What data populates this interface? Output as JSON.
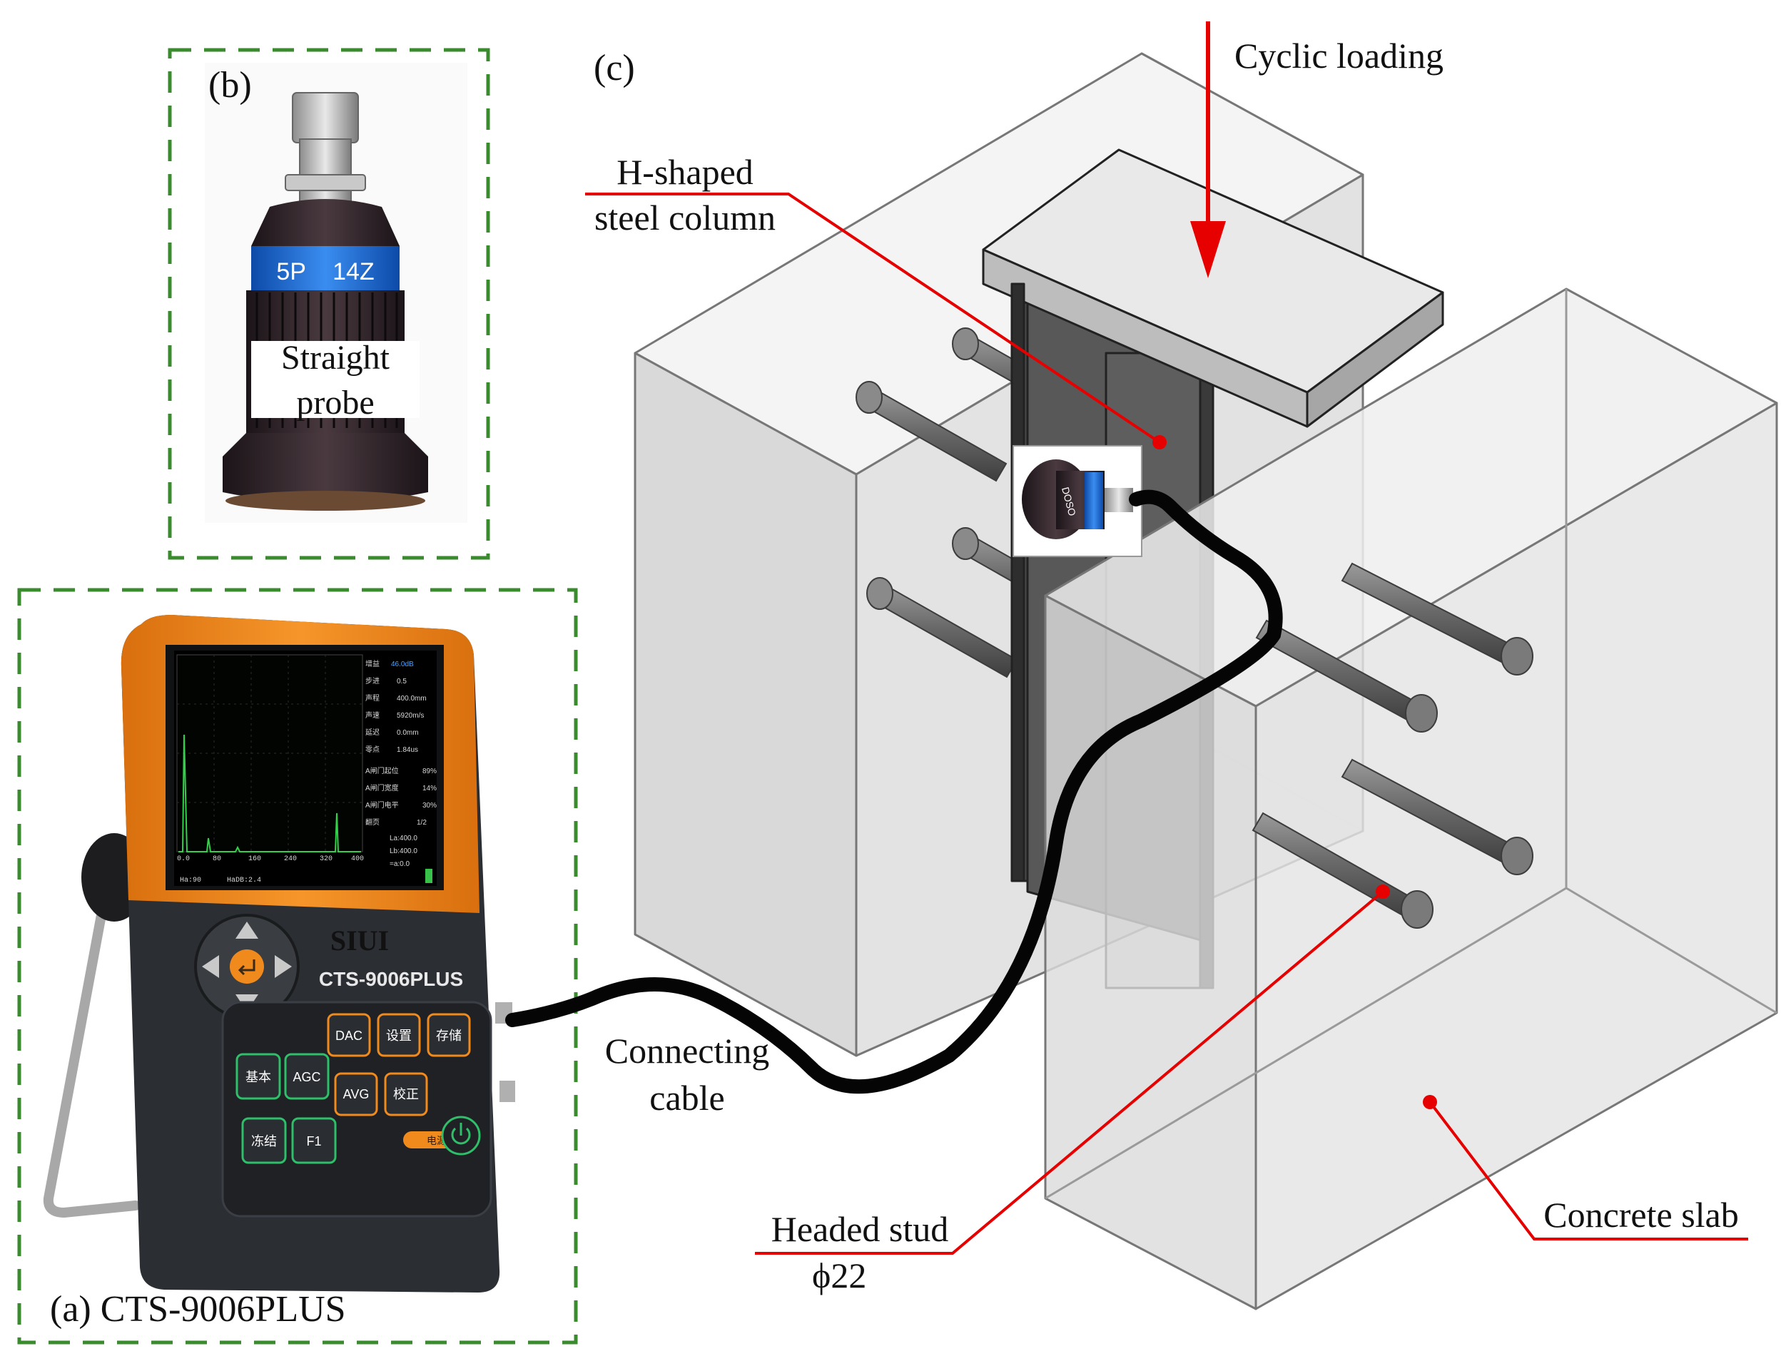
{
  "panels": {
    "a": {
      "caption": "(a) CTS-9006PLUS"
    },
    "b": {
      "tag": "(b)",
      "probe_label_line1": "Straight",
      "probe_label_line2": "probe",
      "probe_band_text": "5P    14Z"
    },
    "c": {
      "tag": "(c)"
    }
  },
  "device": {
    "brand": "SIUI",
    "model": "CTS-9006PLUS",
    "buttons": [
      "DAC",
      "设置",
      "存储",
      "基本",
      "AGC",
      "AVG",
      "校正",
      "冻结",
      "F1"
    ],
    "power_label": "电源",
    "screen": {
      "menu": [
        "增益",
        "步进",
        "声程",
        "声速",
        "延迟",
        "零点",
        "A闸门起位",
        "A闸门宽度",
        "A闸门电平",
        "翻页"
      ],
      "menu_values": [
        "46.0dB",
        "0.5",
        "400.0mm",
        "5920m/s",
        "0.0mm",
        "1.84us",
        "89%",
        "14%",
        "30%",
        "1/2"
      ],
      "x_ticks": [
        "0.0",
        "80",
        "160",
        "240",
        "320",
        "400"
      ],
      "readout_left": "Ha:90",
      "readout_mid": "HaDB:2.4",
      "readout_right": [
        "La:400.0",
        "Lb:400.0",
        "=a:0.0"
      ]
    }
  },
  "annotations": {
    "cyclic_loading": "Cyclic loading",
    "column_line1": "H-shaped",
    "column_line2": "steel column",
    "cable_line1": "Connecting",
    "cable_line2": "cable",
    "stud_line1": "Headed stud",
    "stud_line2": "ϕ22",
    "slab": "Concrete slab",
    "sensor_text": "DOSO"
  },
  "colors": {
    "dash_border": "#3a8a2e",
    "leader": "#e60000",
    "arrow": "#e60000",
    "device_orange": "#f08a1c",
    "device_body": "#2b2e33",
    "probe_band": "#1e6fd6",
    "concrete": "#d8d8d8",
    "steel": "#5a5a5a"
  }
}
